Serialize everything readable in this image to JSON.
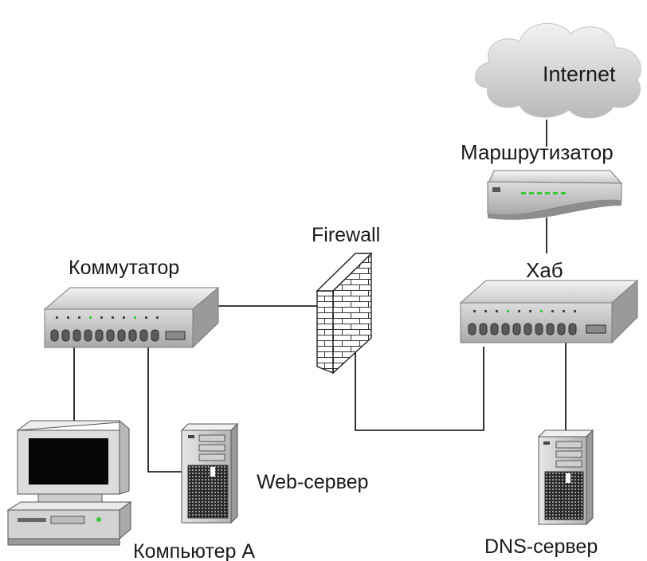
{
  "labels": {
    "internet": "Internet",
    "router": "Маршрутизатор",
    "firewall": "Firewall",
    "switch": "Коммутатор",
    "hub": "Хаб",
    "web_server": "Web-сервер",
    "computer": "Компьютер А",
    "dns_server": "DNS-сервер"
  },
  "colors": {
    "device_body": "#d8d8d8",
    "device_shadow": "#8c8c8c",
    "led_green": "#38c838",
    "wire": "#000000",
    "brick": "#ffffff",
    "cloud": "#d0d0d0"
  },
  "icons": {
    "cloud": "cloud-icon",
    "router": "router-icon",
    "firewall": "brick-wall-icon",
    "switch": "network-switch-icon",
    "hub": "network-hub-icon",
    "server": "tower-server-icon",
    "computer": "desktop-computer-icon"
  }
}
